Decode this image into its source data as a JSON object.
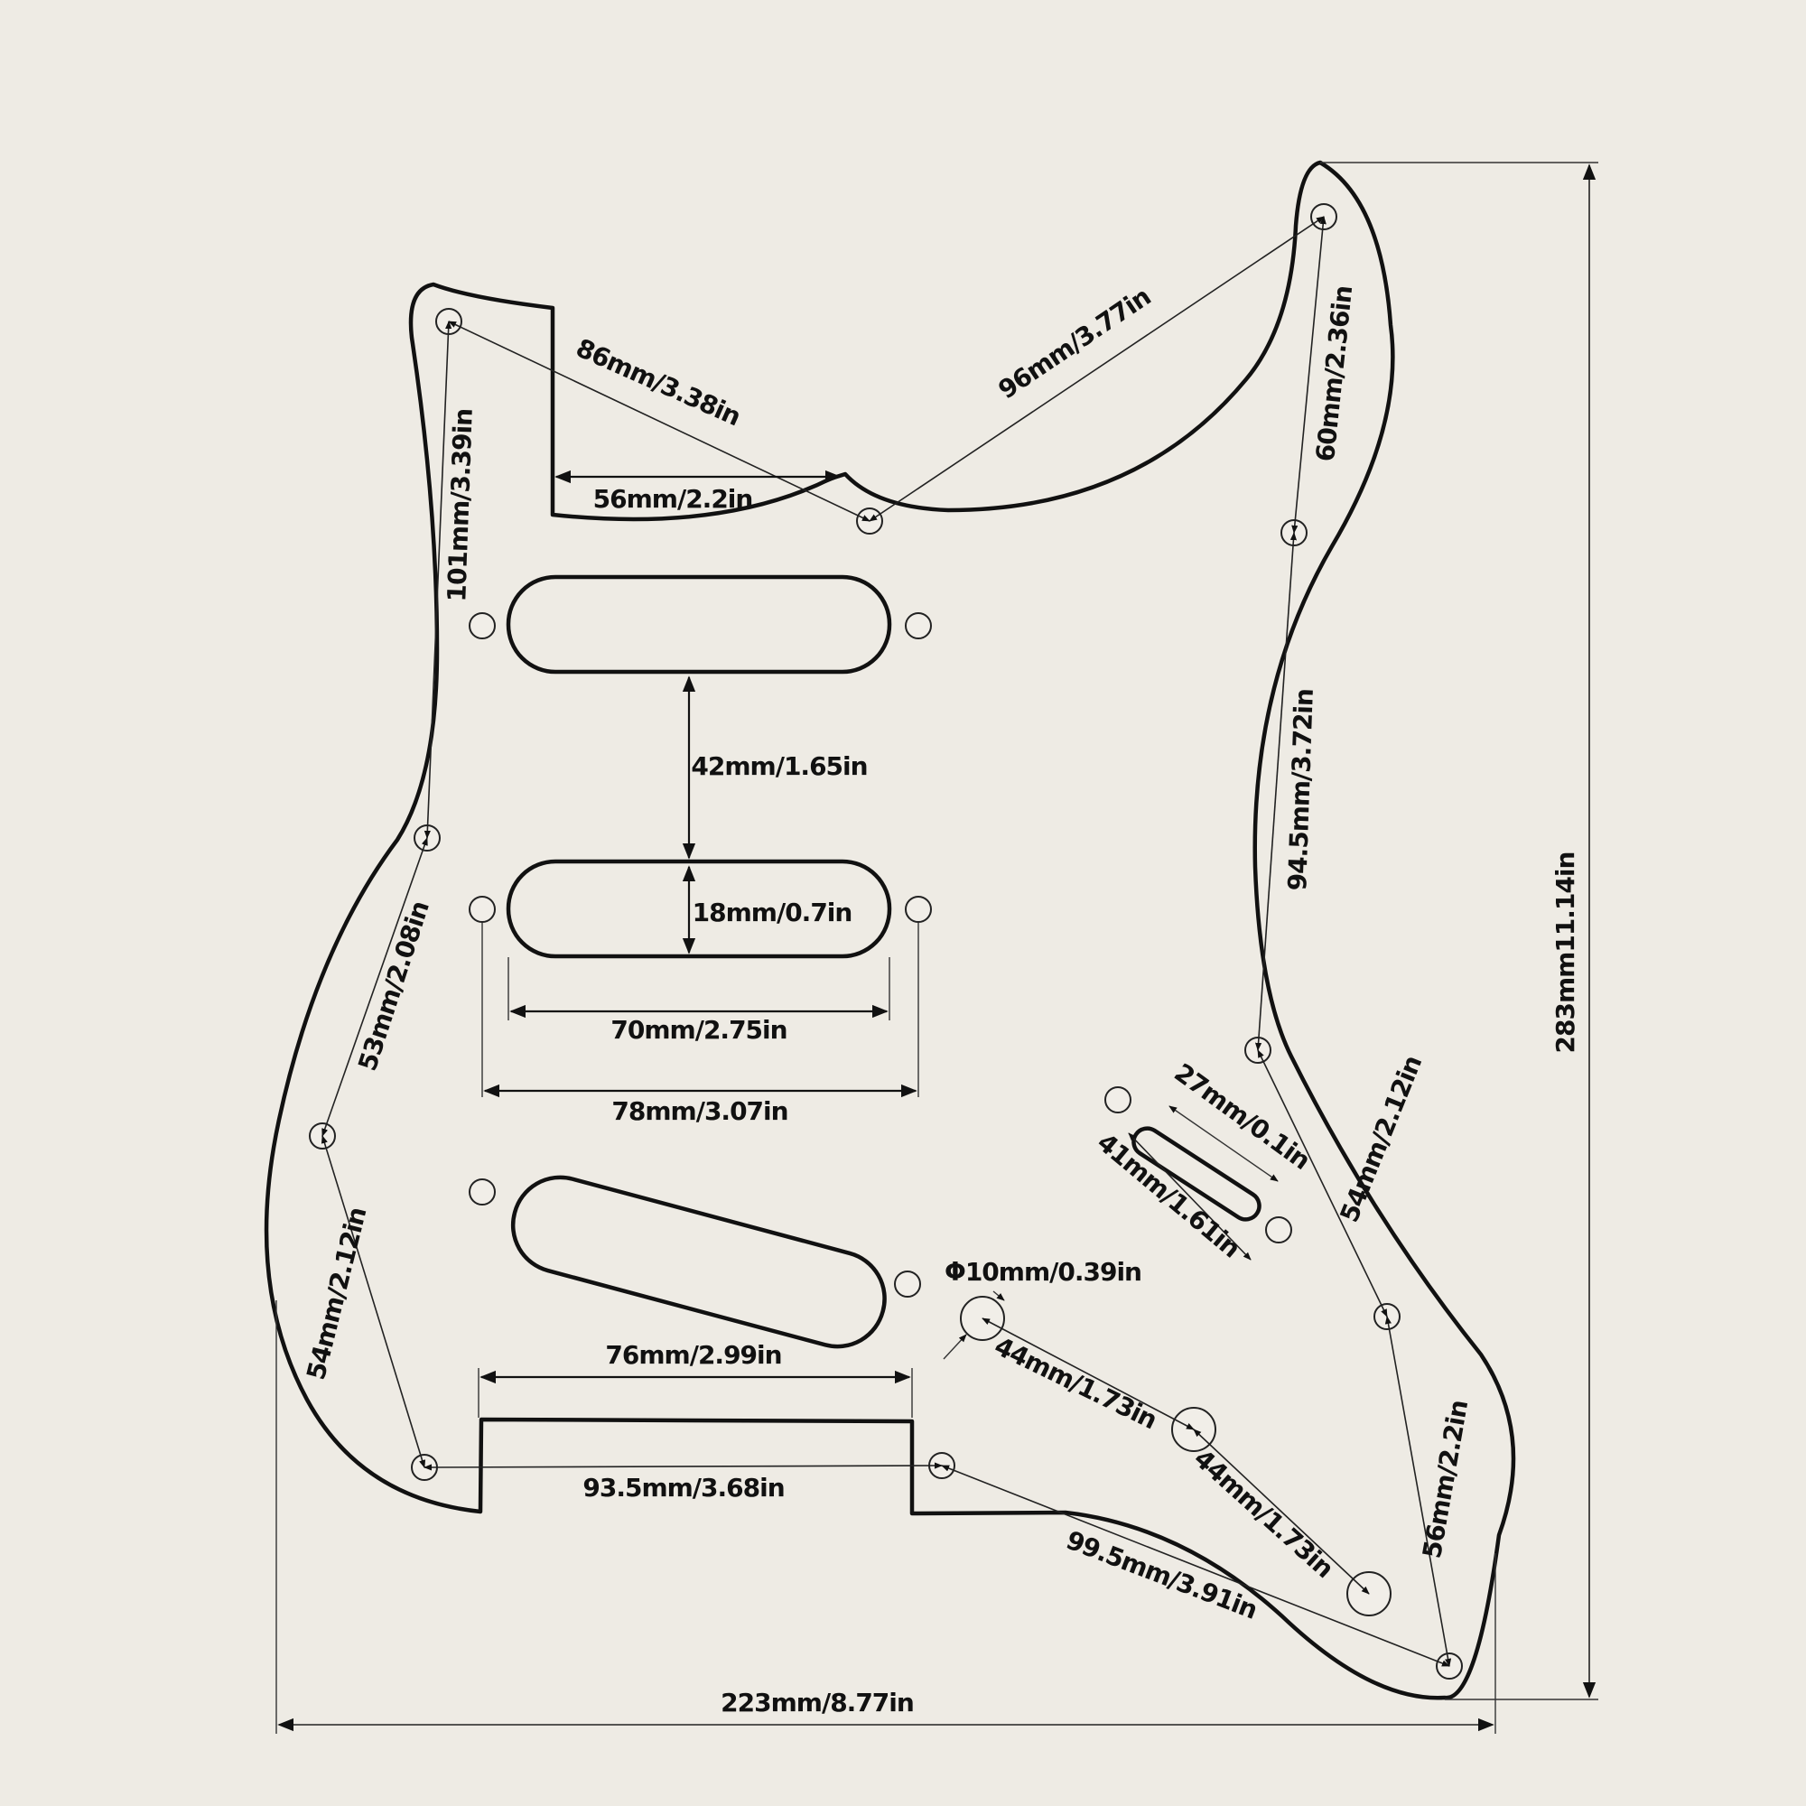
{
  "colors": {
    "background": "#eeebe4",
    "outline": "#111111",
    "hole_fill": "#f1eee8"
  },
  "icons": [
    "screw-hole-icon",
    "arrowhead-icon"
  ],
  "dimensions": {
    "d86": "86mm/3.38in",
    "d96": "96mm/3.77in",
    "d56_top": "56mm/2.2in",
    "d60": "60mm/2.36in",
    "d101": "101mm/3.39in",
    "d42": "42mm/1.65in",
    "d18": "18mm/0.7in",
    "d70": "70mm/2.75in",
    "d78": "78mm/3.07in",
    "d53": "53mm/2.08in",
    "d94_5": "94.5mm/3.72in",
    "d27": "27mm/0.1in",
    "d41": "41mm/1.61in",
    "d54_right": "54mm/2.12in",
    "d54_left": "54mm/2.12in",
    "phi10": "Φ10mm/0.39in",
    "d76": "76mm/2.99in",
    "d44_a": "44mm/1.73in",
    "d44_b": "44mm/1.73in",
    "d93_5": "93.5mm/3.68in",
    "d99_5": "99.5mm/3.91in",
    "d56_right": "56mm/2.2in",
    "d223": "223mm/8.77in",
    "d283": "283mm11.14in"
  }
}
